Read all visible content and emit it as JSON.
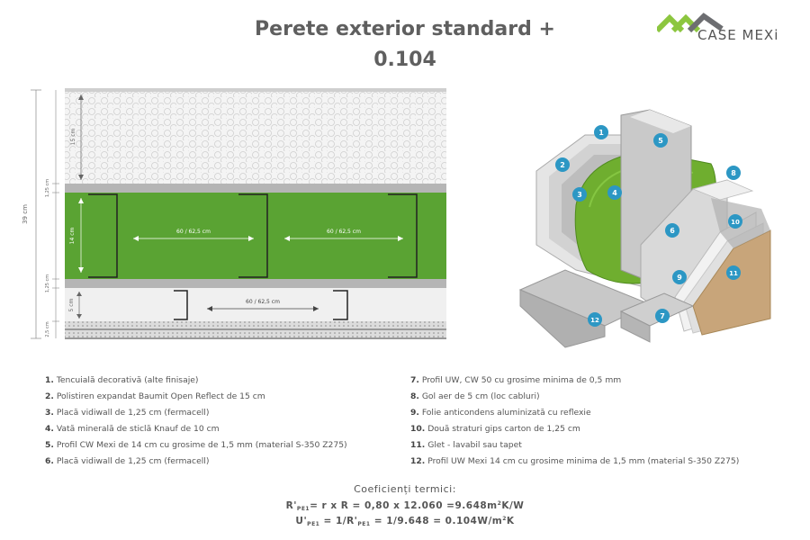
{
  "title": {
    "line1": "Perete exterior standard +",
    "line2": "0.104"
  },
  "logo": {
    "text": "CASE MEXi",
    "colors": {
      "green": "#8cc63f",
      "grey": "#6d6e71"
    }
  },
  "section": {
    "total_height": "39 cm",
    "dims": {
      "eps": "15 cm",
      "board_top": "1,25 cm",
      "wool": "14 cm",
      "board_bottom": "1,25 cm",
      "gap": "5 cm",
      "gypsum": "2,5 cm"
    },
    "spacings": [
      "60 / 62,5 cm",
      "60 / 62,5 cm",
      "60 / 62,5 cm"
    ],
    "colors": {
      "insulation": "#5aa333",
      "board": "#b9b9b9",
      "eps": "#eeeeee"
    }
  },
  "iso_labels": [
    "1",
    "2",
    "3",
    "4",
    "5",
    "6",
    "7",
    "8",
    "9",
    "10",
    "11",
    "12"
  ],
  "legend": {
    "left": [
      {
        "num": "1.",
        "text": "Tencuială decorativă (alte finisaje)"
      },
      {
        "num": "2.",
        "text": "Polistiren expandat Baumit Open Reflect de 15 cm"
      },
      {
        "num": "3.",
        "text": "Placă vidiwall de 1,25 cm (fermacell)"
      },
      {
        "num": "4.",
        "text": "Vată minerală de sticlă Knauf de 10 cm"
      },
      {
        "num": "5.",
        "text": "Profil CW Mexi de 14 cm cu grosime de 1,5 mm (material S-350 Z275)"
      },
      {
        "num": "6.",
        "text": "Placă vidiwall de 1,25 cm (fermacell)"
      }
    ],
    "right": [
      {
        "num": "7.",
        "text": "Profil UW, CW 50 cu grosime minima de 0,5 mm"
      },
      {
        "num": "8.",
        "text": "Gol aer de 5 cm (loc cabluri)"
      },
      {
        "num": "9.",
        "text": "Folie anticondens aluminizată cu reflexie"
      },
      {
        "num": "10.",
        "text": "Două straturi gips carton de 1,25 cm"
      },
      {
        "num": "11.",
        "text": "Glet - lavabil sau tapet"
      },
      {
        "num": "12.",
        "text": "Profil UW Mexi 14 cm cu grosime minima de 1,5 mm (material S-350 Z275)"
      }
    ]
  },
  "coefficients": {
    "title": "Coeficienți termici:",
    "r_sym": "R'",
    "r_sub": "PE1",
    "r_expr": "= r x R = 0,80 x 12.060 =9.648m",
    "r_sup": "2",
    "r_unit": "K/W",
    "u_sym": "U'",
    "u_sub": "PE1",
    "u_expr_a": "= 1/R'",
    "u_sub2": "PE1",
    "u_expr_b": "= 1/9.648 = 0.104W/m",
    "u_sup": "2",
    "u_unit": "K"
  }
}
